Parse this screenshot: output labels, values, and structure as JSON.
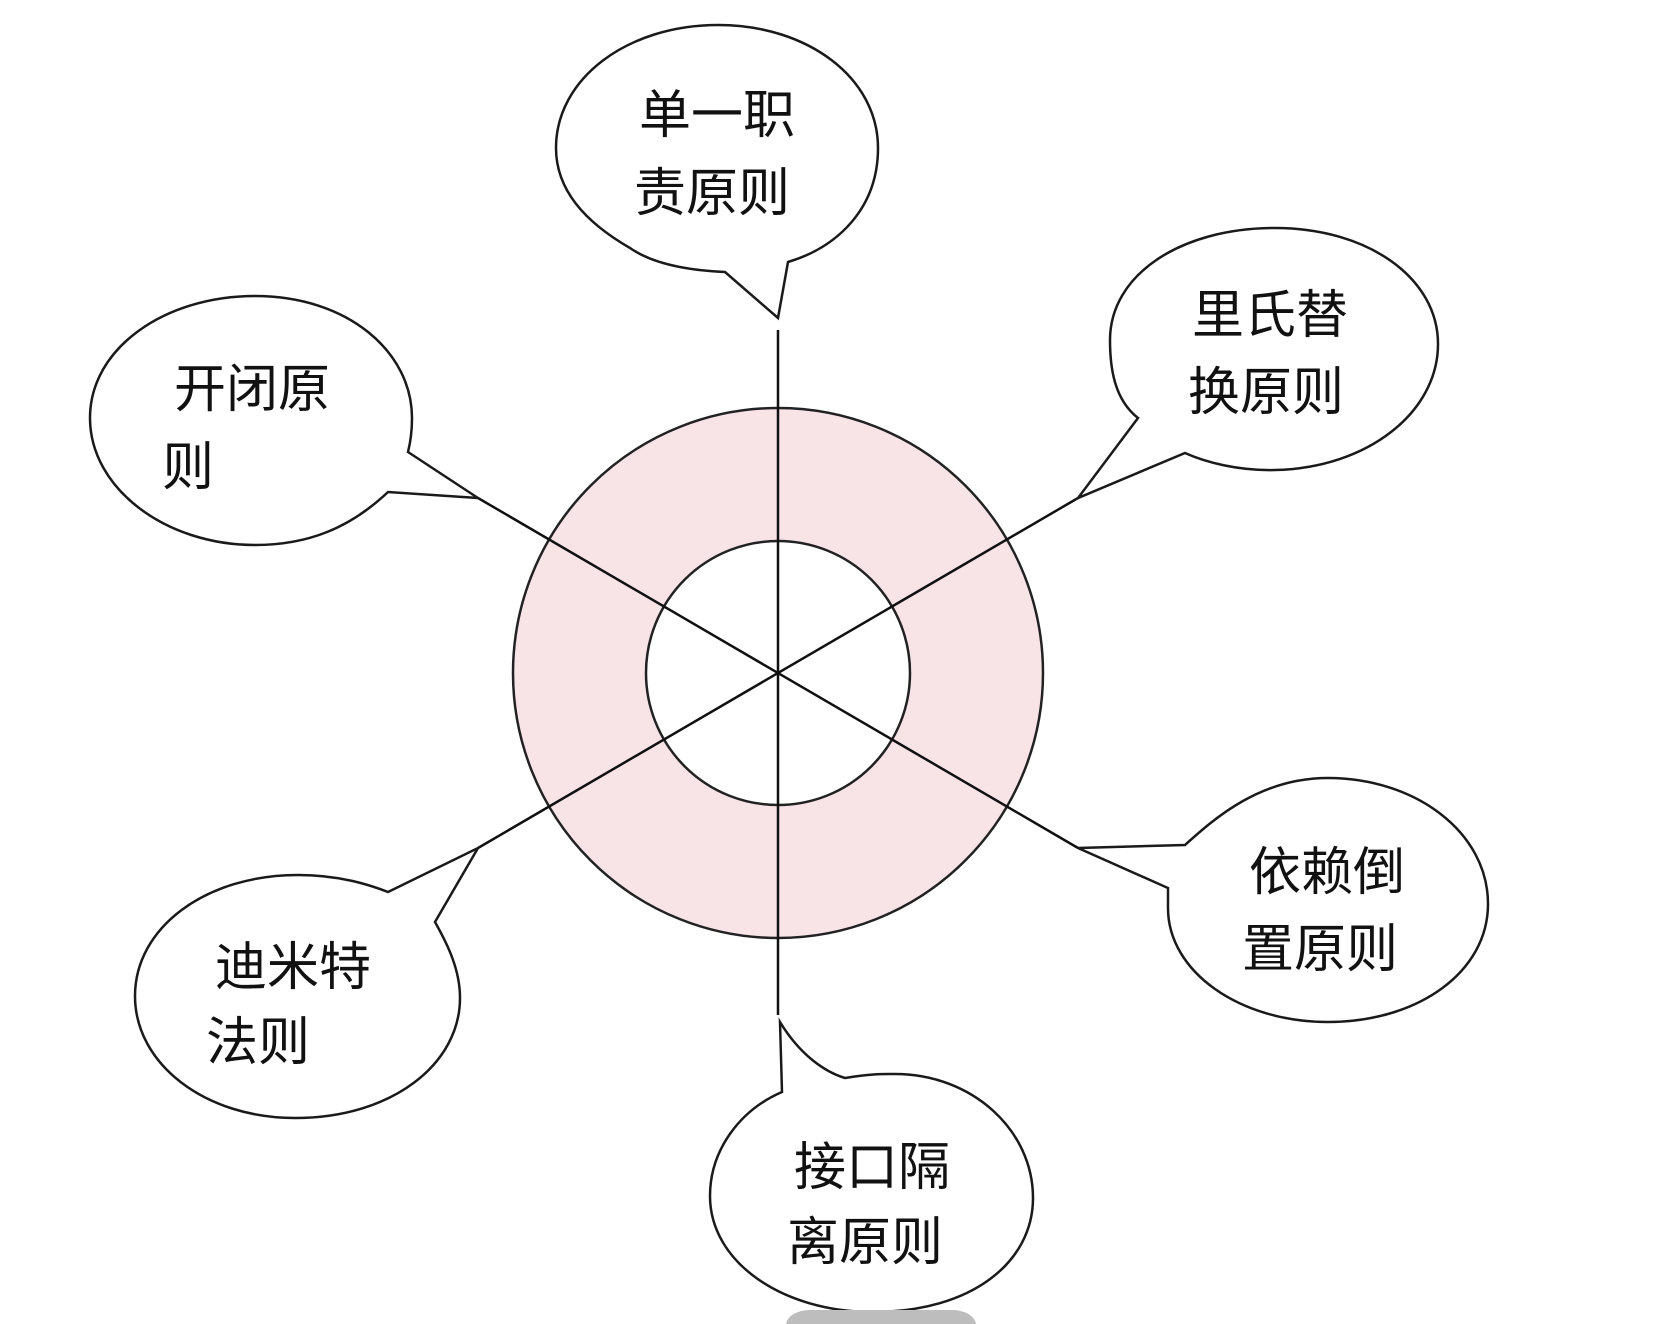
{
  "diagram": {
    "colors": {
      "ring_fill": "#f8e4e6",
      "stroke": "#1a1a1a",
      "background": "#ffffff",
      "partial_bar": "#bdbdbd"
    },
    "principles": [
      {
        "key": "srp",
        "line1": "单一职",
        "line2": "责原则"
      },
      {
        "key": "lsp",
        "line1": "里氏替",
        "line2": "换原则"
      },
      {
        "key": "dip",
        "line1": "依赖倒",
        "line2": "置原则"
      },
      {
        "key": "isp",
        "line1": "接口隔",
        "line2": "离原则"
      },
      {
        "key": "lod",
        "line1": "迪米特",
        "line2": "法则"
      },
      {
        "key": "ocp",
        "line1": "开闭原",
        "line2": "则"
      }
    ]
  }
}
